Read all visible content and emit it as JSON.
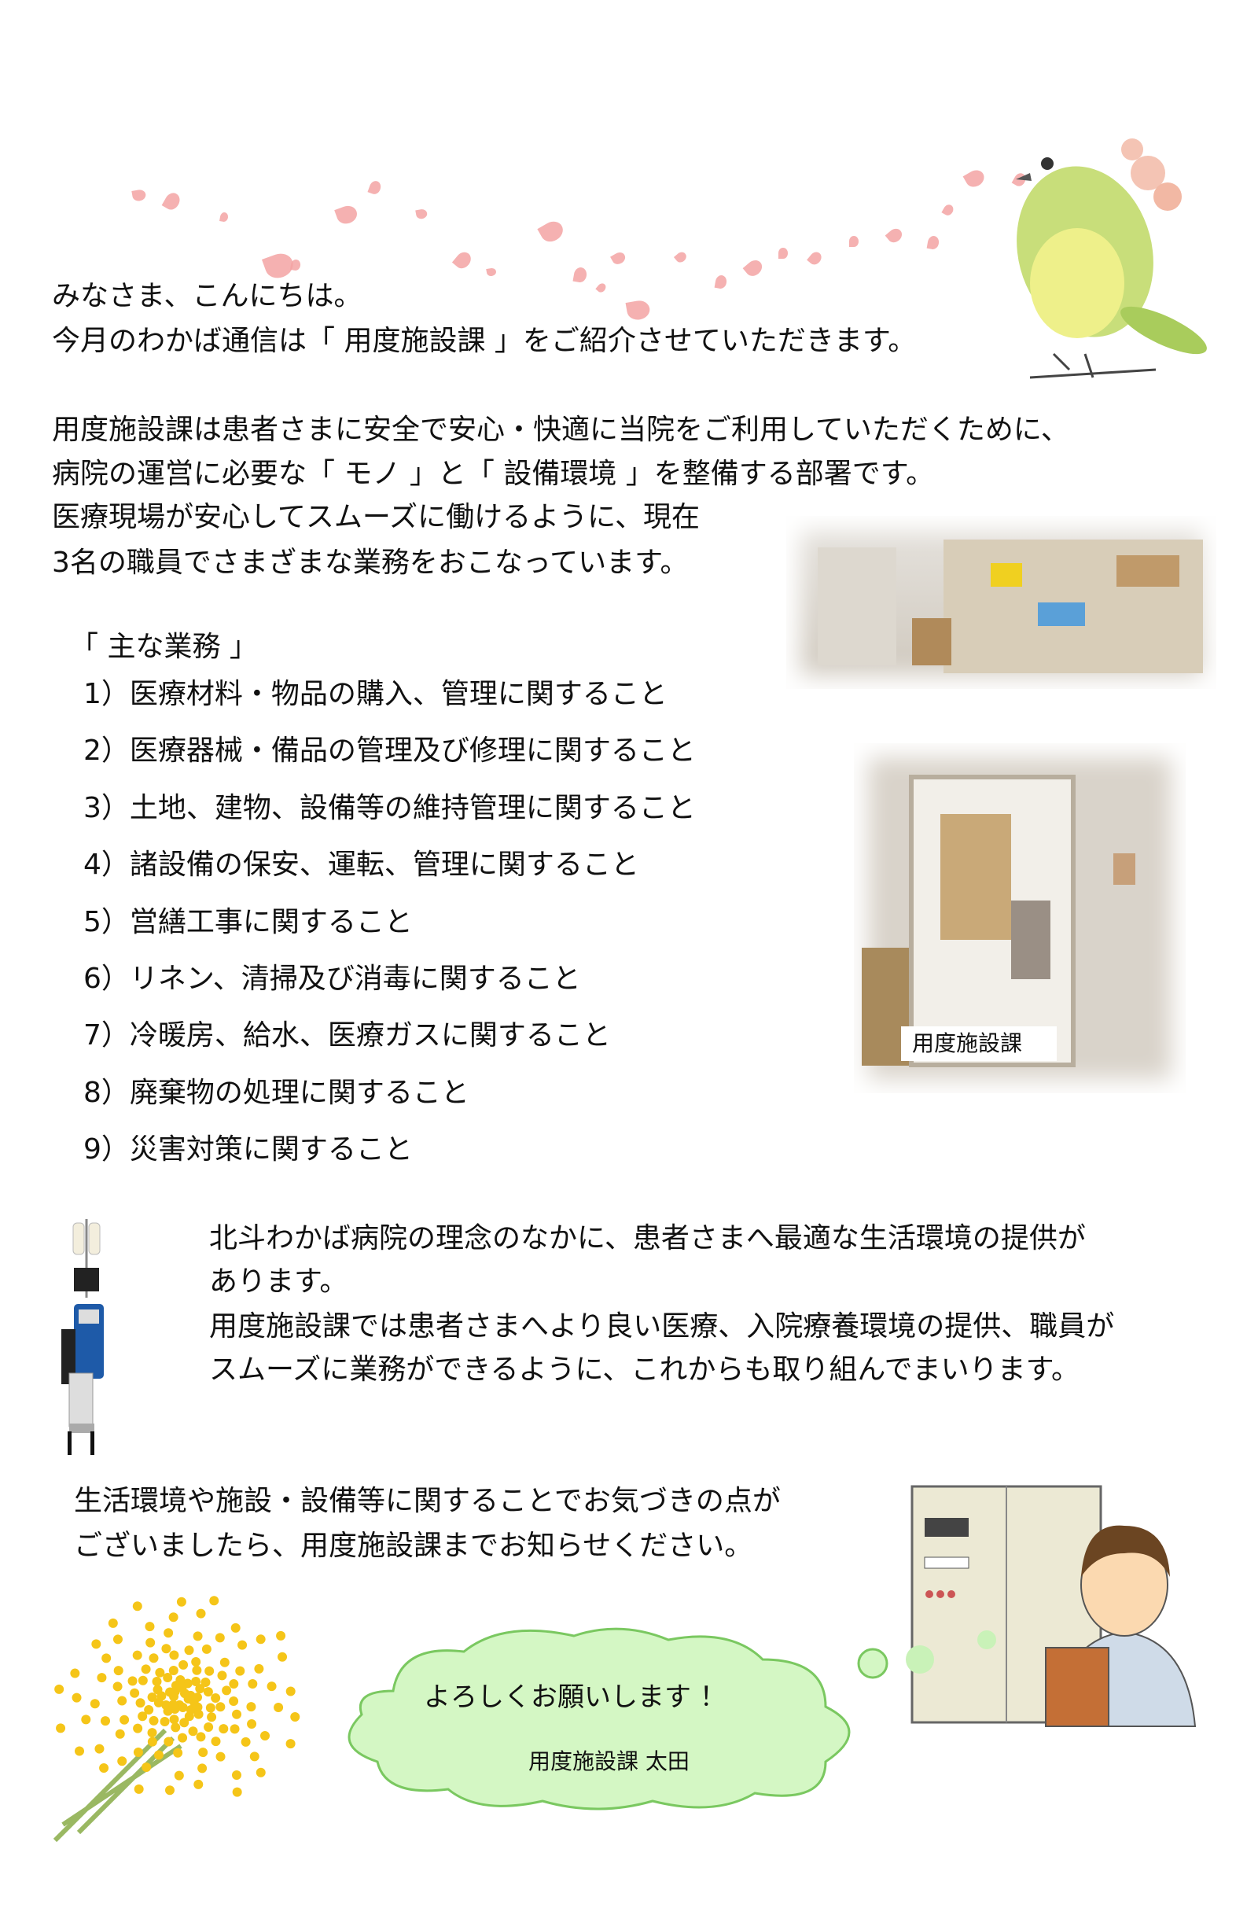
{
  "intro": {
    "greeting": "みなさま、こんにちは。",
    "line2": "今月のわかば通信は「 用度施設課 」をご紹介させていただきます。"
  },
  "description": {
    "lines": [
      "用度施設課は患者さまに安全で安心・快適に当院をご利用していただくために、",
      "病院の運営に必要な「 モノ 」と「 設備環境 」を整備する部署です。",
      "医療現場が安心してスムーズに働けるように、現在",
      "3名の職員でさまざまな業務をおこなっています。"
    ]
  },
  "duties": {
    "heading": "「 主な業務 」",
    "items": [
      "1）医療材料・物品の購入、管理に関すること",
      "2）医療器械・備品の管理及び修理に関すること",
      "3）土地、建物、設備等の維持管理に関すること",
      "4）諸設備の保安、運転、管理に関すること",
      "5）営繕工事に関すること",
      "6）リネン、清掃及び消毒に関すること",
      "7）冷暖房、給水、医療ガスに関すること",
      "8）廃棄物の処理に関すること",
      "9）災害対策に関すること"
    ]
  },
  "photo_caption": "用度施設課",
  "philosophy": {
    "lines": [
      "北斗わかば病院の理念のなかに、患者さまへ最適な生活環境の提供が",
      "あります。",
      "用度施設課では患者さまへより良い医療、入院療養環境の提供、職員が",
      "スムーズに業務ができるように、これからも取り組んでまいります。"
    ]
  },
  "closing": {
    "lines": [
      "生活環境や施設・設備等に関することでお気づきの点が",
      "ございましたら、用度施設課までお知らせください。"
    ]
  },
  "bubble": {
    "message": "よろしくお願いします ！",
    "signature": "用度施設課 太田"
  },
  "colors": {
    "petal": "#f3a3a3",
    "cloud": "#d4f7c4",
    "mimosa": "#f5c518"
  }
}
